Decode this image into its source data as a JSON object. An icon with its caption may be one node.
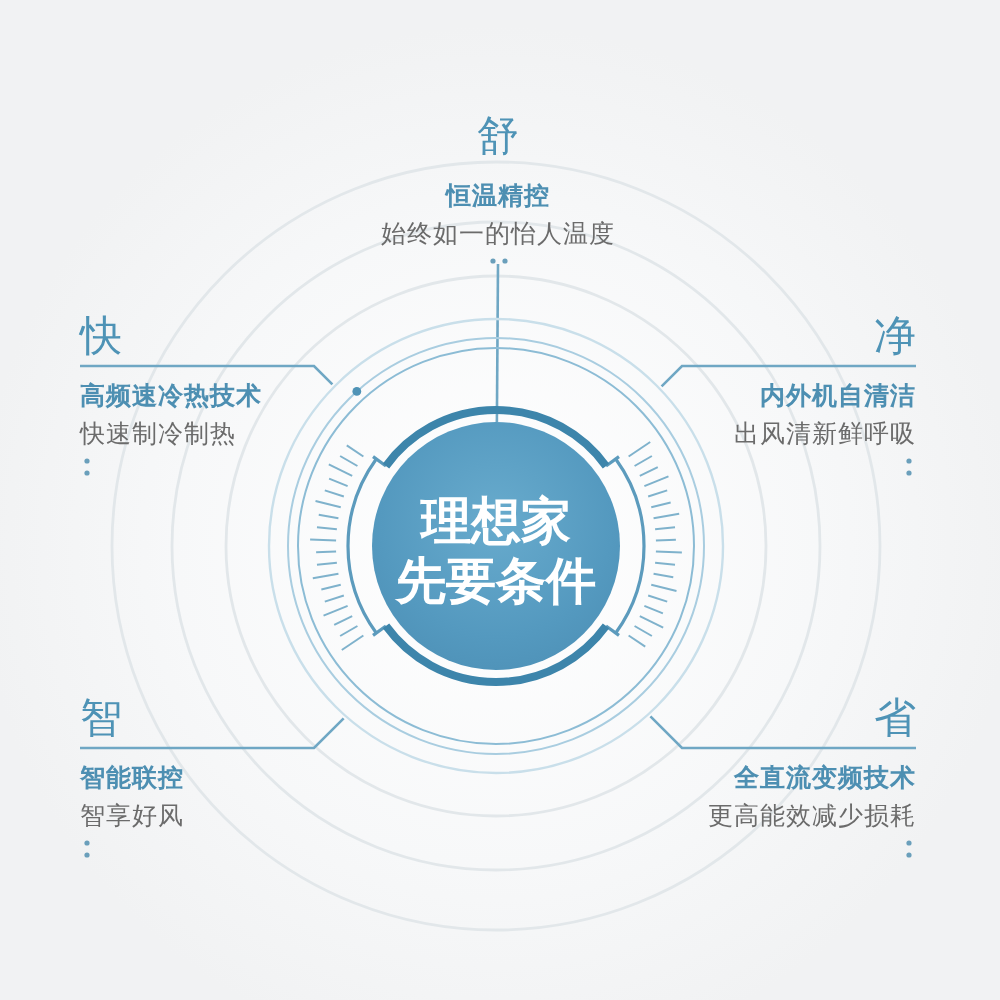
{
  "diagram": {
    "nodes": [
      {
        "text": [
          "舒",
          "恒温精控",
          "始终如一的怡人温度"
        ]
      },
      {
        "text": [
          "快",
          "高频速冷热技术",
          "快速制冷制热"
        ]
      },
      {
        "text": [
          "净",
          "内外机自清洁",
          "出风清新鲜呼吸"
        ]
      },
      {
        "text": [],
        "shape": "circle"
      },
      {
        "text": [
          "理想家先要条件"
        ],
        "in": 3
      },
      {
        "text": [
          "智",
          "智能联控",
          "智享好风"
        ]
      },
      {
        "text": [
          "省",
          "全直流变频技术",
          "更高能效减少损耗"
        ]
      }
    ],
    "edges": [
      {
        "from": 0,
        "to": 4,
        "arrow": "none"
      },
      {
        "from": 1,
        "to": 3,
        "arrow": "none"
      },
      {
        "from": 2,
        "to": 3,
        "arrow": "none"
      },
      {
        "from": 5,
        "to": 3,
        "arrow": "none"
      },
      {
        "from": 6,
        "to": 3,
        "arrow": "none"
      }
    ]
  }
}
